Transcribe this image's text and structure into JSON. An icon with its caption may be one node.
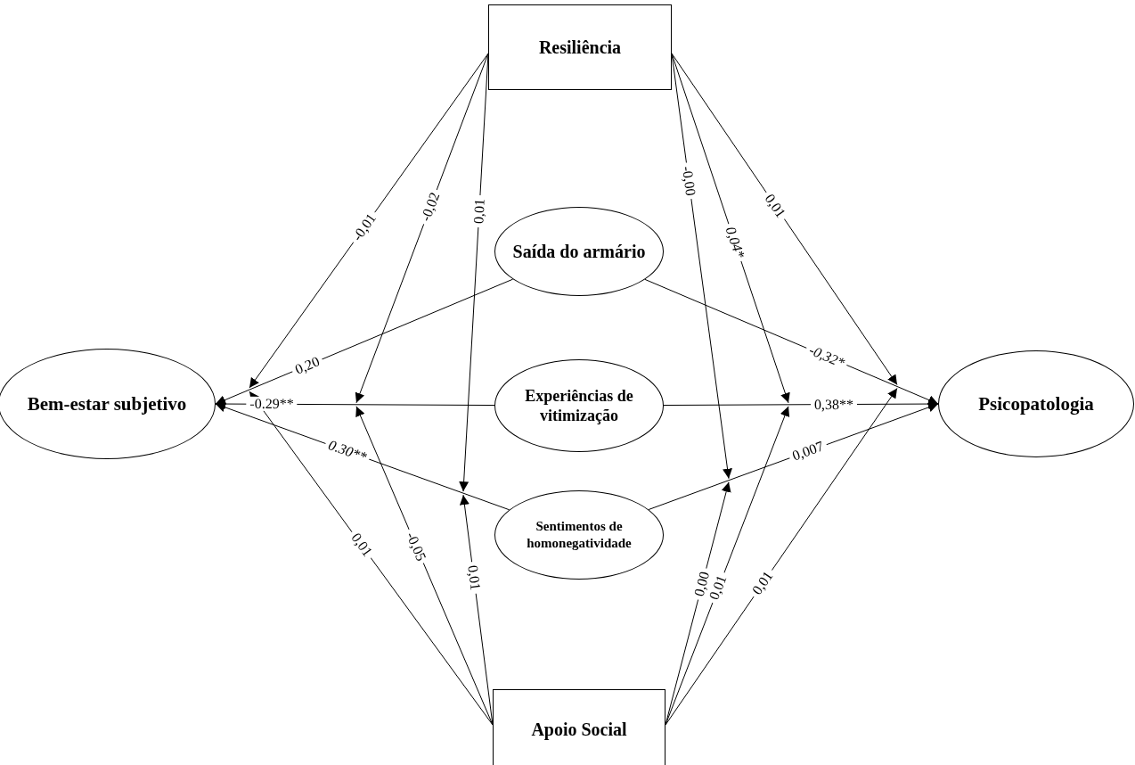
{
  "diagram": {
    "nodes": [
      {
        "text": [
          "Resiliência"
        ]
      },
      {
        "text": [
          "Saída do armário"
        ]
      },
      {
        "text": [
          "Bem-estar subjetivo"
        ]
      },
      {
        "text": [
          "Experiências de vitimização"
        ]
      },
      {
        "text": [
          "Psicopatologia"
        ]
      },
      {
        "text": [
          "Sentimentos de homonegatividade"
        ]
      },
      {
        "text": [
          "Apoio Social"
        ]
      }
    ],
    "edges": [
      {
        "from": 1,
        "to": 2,
        "arrow": "to",
        "label": "0,20"
      },
      {
        "from": 3,
        "to": 2,
        "arrow": "to",
        "label": "-0.29**"
      },
      {
        "from": 5,
        "to": 2,
        "arrow": "to",
        "label": "0.30**"
      },
      {
        "from": 1,
        "to": 4,
        "arrow": "to",
        "label": "-0,32*"
      },
      {
        "from": 3,
        "to": 4,
        "arrow": "to",
        "label": "0,38**"
      },
      {
        "from": 5,
        "to": 4,
        "arrow": "to",
        "label": "0,007"
      },
      {
        "from": 0,
        "to": null,
        "arrow": "to",
        "label": "-0,01"
      },
      {
        "from": 0,
        "to": null,
        "arrow": "to",
        "label": "-0,02"
      },
      {
        "from": 0,
        "to": null,
        "arrow": "to",
        "label": "0,01"
      },
      {
        "from": 0,
        "to": null,
        "arrow": "to",
        "label": "-0,00"
      },
      {
        "from": 0,
        "to": null,
        "arrow": "to",
        "label": "0,04*"
      },
      {
        "from": 0,
        "to": null,
        "arrow": "to",
        "label": "0,01"
      },
      {
        "from": 6,
        "to": null,
        "arrow": "to",
        "label": "0,01"
      },
      {
        "from": 6,
        "to": null,
        "arrow": "to",
        "label": "-0,05"
      },
      {
        "from": 6,
        "to": null,
        "arrow": "to",
        "label": "0,01"
      },
      {
        "from": 6,
        "to": null,
        "arrow": "to",
        "label": "0,00"
      },
      {
        "from": 6,
        "to": null,
        "arrow": "to",
        "label": "0,01"
      },
      {
        "from": 6,
        "to": null,
        "arrow": "to",
        "label": "0,01"
      }
    ]
  }
}
